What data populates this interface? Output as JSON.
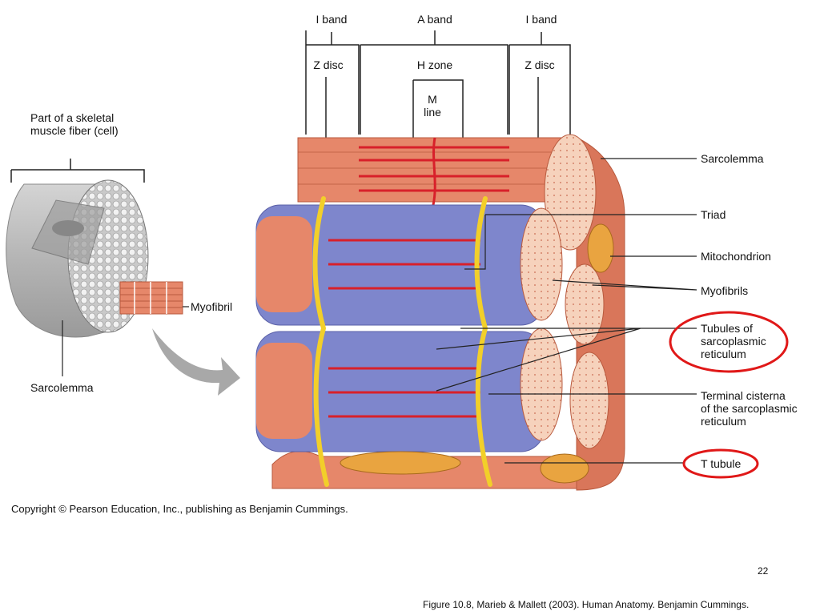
{
  "colors": {
    "muscle": "#e6876a",
    "muscle_dark": "#b85a3e",
    "myofibril_face": "#f6d2bc",
    "reticulum": "#7e86cc",
    "reticulum_dark": "#5a60a8",
    "filament_red": "#d8202a",
    "t_tubule": "#f2cf2a",
    "mitochondrion": "#e9a440",
    "highlight": "#e01818"
  },
  "top_labels": {
    "i_band_left": "I band",
    "a_band": "A band",
    "i_band_right": "I band",
    "z_disc_left": "Z disc",
    "h_zone": "H zone",
    "m_line": "M\nline",
    "z_disc_right": "Z disc"
  },
  "left_panel": {
    "title": "Part of a skeletal\nmuscle fiber (cell)",
    "myofibril": "Myofibril",
    "sarcolemma": "Sarcolemma"
  },
  "right_labels": {
    "sarcolemma": "Sarcolemma",
    "triad": "Triad",
    "mitochondrion": "Mitochondrion",
    "myofibrils": "Myofibrils",
    "tubules_sr": "Tubules of\nsarcoplasmic\nreticulum",
    "terminal_cisterna": "Terminal cisterna\nof the sarcoplasmic\nreticulum",
    "t_tubule": "T tubule"
  },
  "copyright": "Copyright © Pearson Education, Inc., publishing as Benjamin Cummings.",
  "page_number": "22",
  "citation": "Figure 10.8, Marieb & Mallett (2003). Human Anatomy.  Benjamin Cummings."
}
